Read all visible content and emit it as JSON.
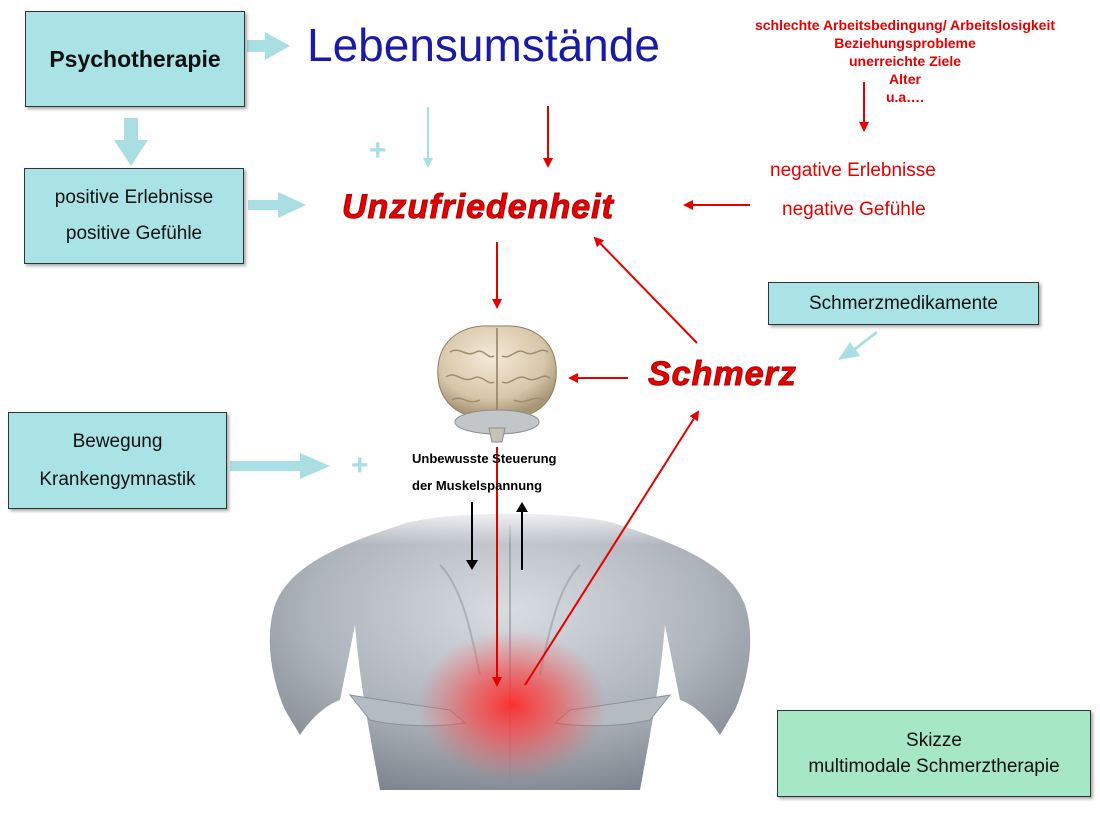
{
  "title": "Lebensumstände",
  "boxes": {
    "psychotherapie": "Psychotherapie",
    "positive_1": "positive Erlebnisse",
    "positive_2": "positive Gefühle",
    "medikamente": "Schmerzmedikamente",
    "bewegung_1": "Bewegung",
    "bewegung_2": "Krankengymnastik",
    "skizze_1": "Skizze",
    "skizze_2": "multimodale Schmerztherapie"
  },
  "factors": [
    "schlechte Arbeitsbedingung/ Arbeitslosigkeit",
    "Beziehungsprobleme",
    "unerreichte Ziele",
    "Alter",
    "u.a…."
  ],
  "negative": {
    "line1": "negative Erlebnisse",
    "line2": "negative Gefühle"
  },
  "center": {
    "unzufriedenheit": "Unzufriedenheit",
    "schmerz": "Schmerz"
  },
  "brain_label": {
    "line1": "Unbewusste Steuerung",
    "line2": "der Muskelspannung"
  },
  "plus": {
    "top": "+",
    "bottom": "+"
  },
  "colors": {
    "box_cyan": "#a9e3e6",
    "box_green": "#a6e7c6",
    "arrow_light": "#a9dfe3",
    "red": "#e60000",
    "title_blue": "#1a1aa8"
  }
}
